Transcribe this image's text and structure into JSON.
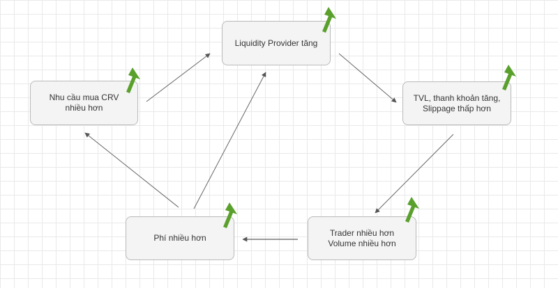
{
  "diagram": {
    "nodes": {
      "liquidity": {
        "lines": [
          "Liquidity Provider tăng"
        ]
      },
      "tvl": {
        "lines": [
          "TVL, thanh khoản tăng,",
          "Slippage thấp hơn"
        ]
      },
      "trader": {
        "lines": [
          "Trader nhiều hơn",
          "Volume nhiều hơn"
        ]
      },
      "fee": {
        "lines": [
          "Phí nhiều hơn"
        ]
      },
      "demand": {
        "lines": [
          "Nhu cầu mua CRV",
          "nhiều hơn"
        ]
      }
    },
    "colors": {
      "node_fill": "#f4f4f4",
      "node_border": "#b9b9b9",
      "connector": "#666666",
      "increase_arrow": "#5aa02c"
    },
    "icons": {
      "increase": "green-up-arrow-icon"
    }
  }
}
